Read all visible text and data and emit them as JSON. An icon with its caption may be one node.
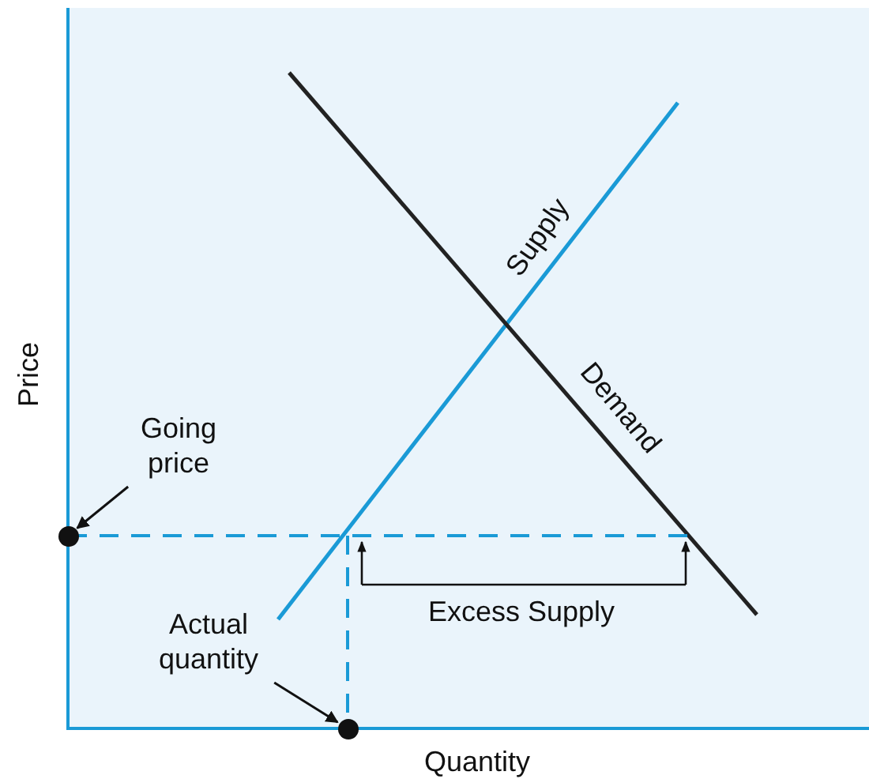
{
  "diagram": {
    "nodes": [
      {
        "text": [
          "Going price"
        ]
      },
      {
        "text": [],
        "shape": "circle"
      },
      {
        "text": [
          "Actual quantity"
        ]
      },
      {
        "text": [],
        "shape": "circle"
      }
    ],
    "edges": [
      {
        "from": 0,
        "to": 1,
        "arrow": "to"
      },
      {
        "from": 2,
        "to": 3,
        "arrow": "to"
      }
    ],
    "labels": [
      "Price",
      "Supply",
      "Demand",
      "Excess Supply",
      "Quantity"
    ]
  }
}
